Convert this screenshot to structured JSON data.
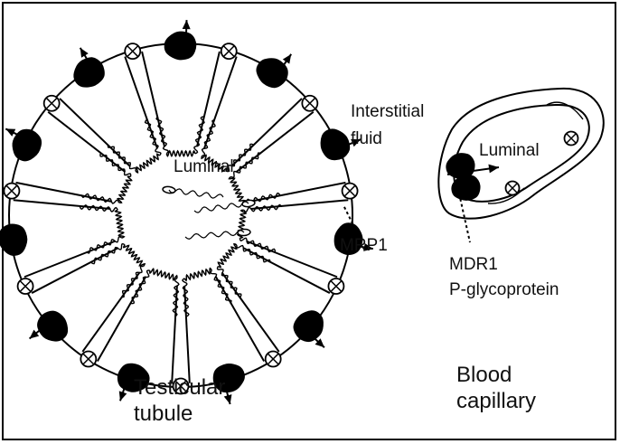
{
  "labels": {
    "luminal_tubule": "Luminal",
    "interstitial_line1": "Interstitial",
    "interstitial_line2": "fluid",
    "luminal_capillary": "Luminal",
    "mrp1": "MRP1",
    "mdr1_line1": "MDR1",
    "mdr1_line2": "P-glycoprotein",
    "testicular_line1": "Testicular",
    "testicular_line2": "tubule",
    "blood_line1": "Blood",
    "blood_line2": "capillary"
  }
}
